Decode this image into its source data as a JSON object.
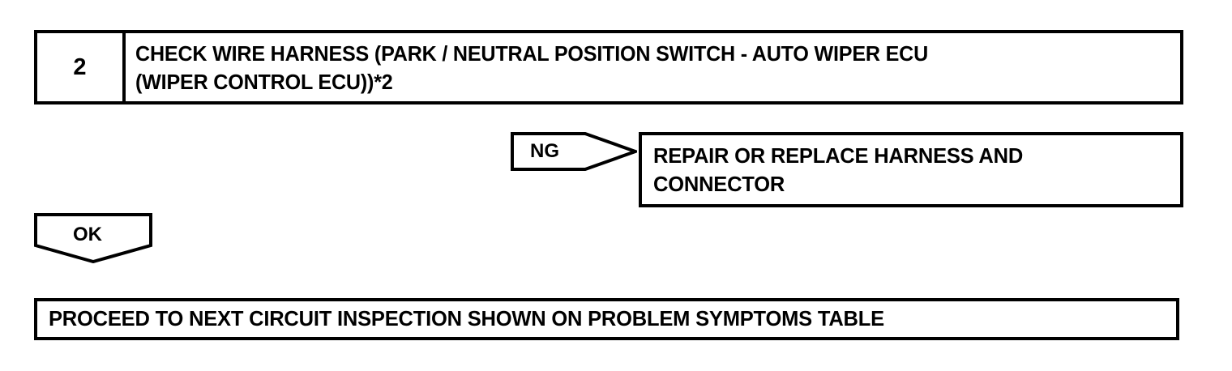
{
  "page": {
    "title": "Troubleshooting Flowchart Step 2",
    "background_color": "#ffffff",
    "line_color": "#000000"
  },
  "step": {
    "number": "2",
    "title_line_1": "CHECK WIRE HARNESS (PARK / NEUTRAL POSITION SWITCH - AUTO WIPER ECU",
    "title_line_2": "(WIPER CONTROL ECU))*2"
  },
  "branches": {
    "ng": {
      "label": "NG",
      "arrow_direction": "right",
      "result_line_1": "REPAIR OR REPLACE HARNESS AND",
      "result_line_2": "CONNECTOR"
    },
    "ok": {
      "label": "OK",
      "arrow_direction": "down",
      "result_line_1": "PROCEED TO NEXT CIRCUIT INSPECTION SHOWN ON PROBLEM SYMPTOMS TABLE"
    }
  }
}
